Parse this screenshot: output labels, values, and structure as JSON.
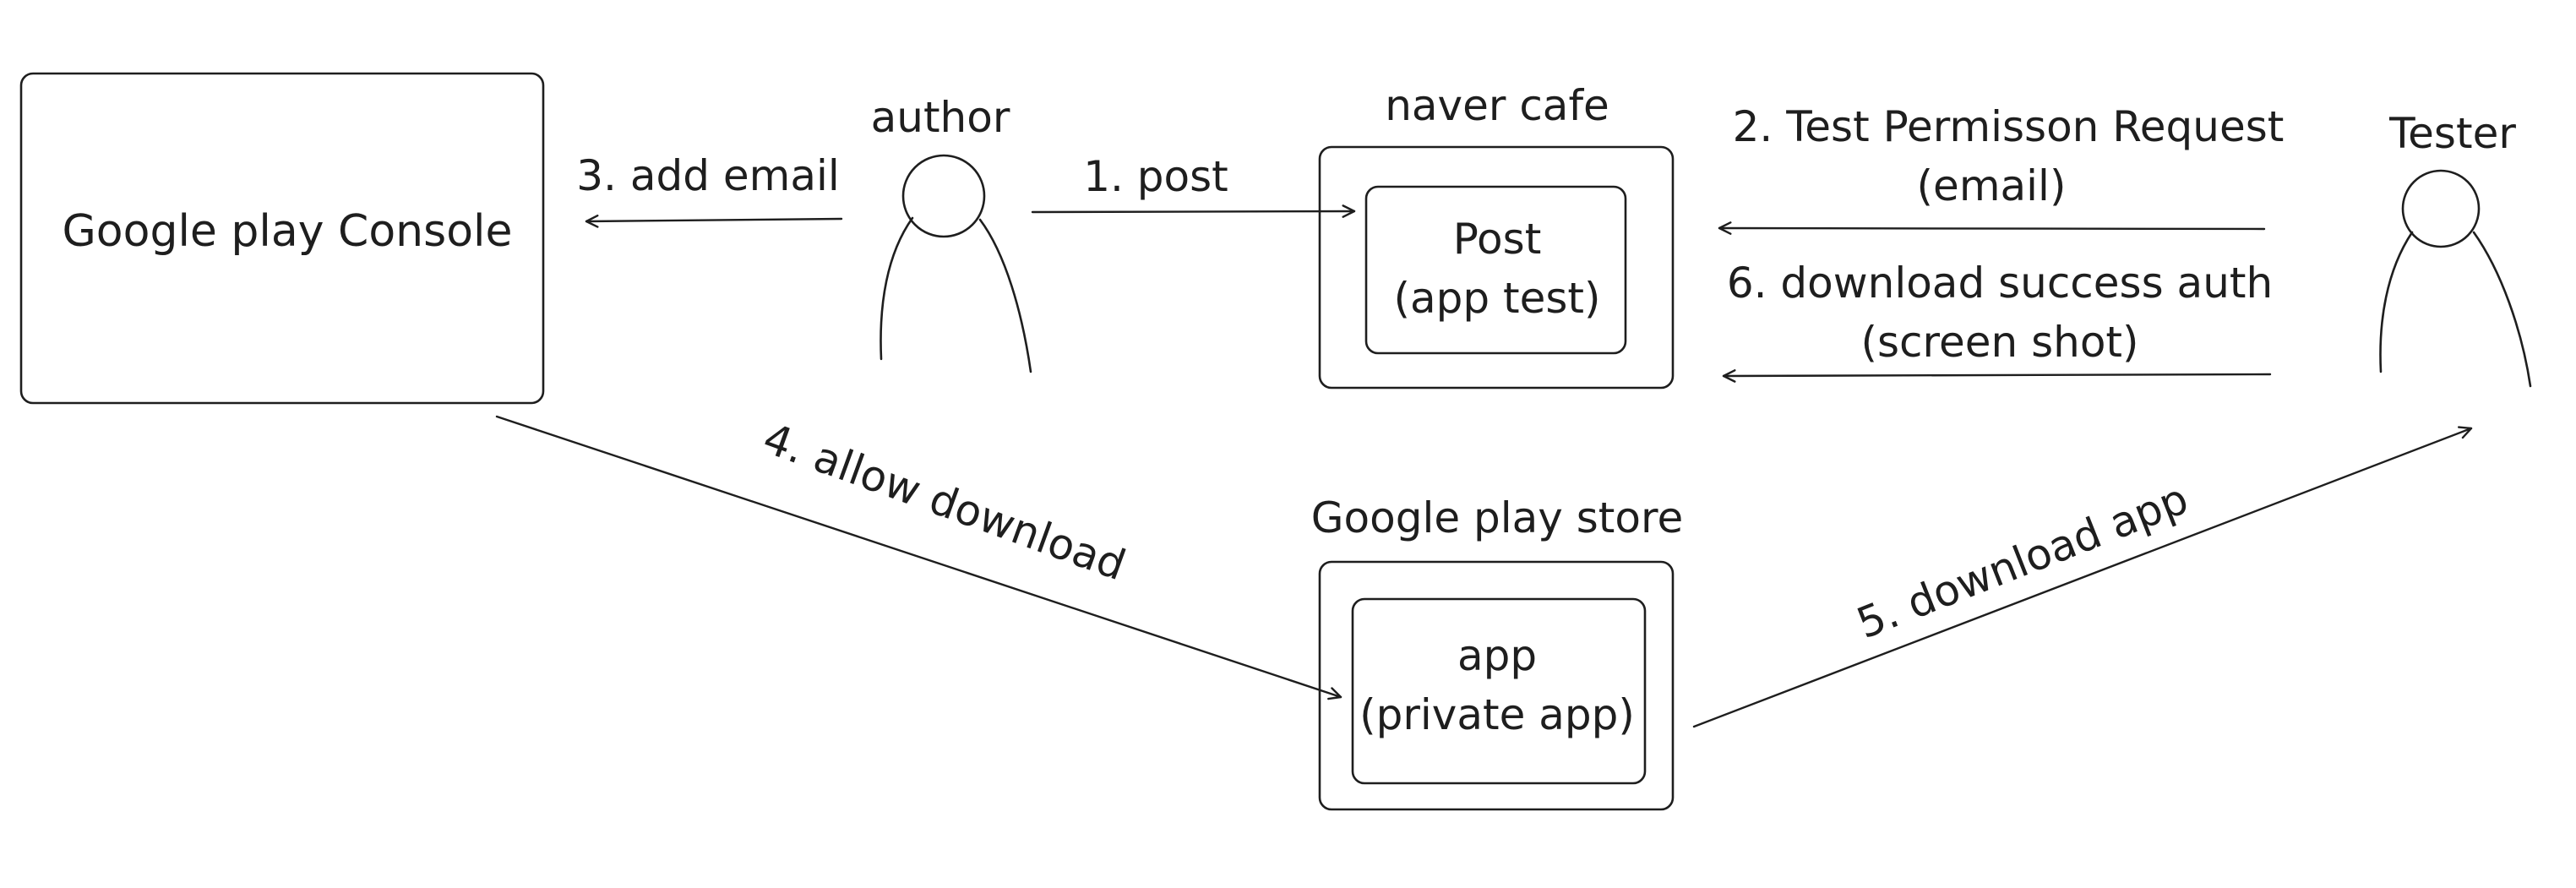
{
  "nodes": {
    "console": {
      "label": "Google play Console"
    },
    "author": {
      "label": "author"
    },
    "naver_cafe": {
      "title": "naver cafe",
      "inner_line1": "Post",
      "inner_line2": "(app test)"
    },
    "tester": {
      "label": "Tester"
    },
    "play_store": {
      "title": "Google play store",
      "inner_line1": "app",
      "inner_line2": "(private app)"
    }
  },
  "edges": {
    "post": {
      "label": "1. post"
    },
    "permission_request": {
      "line1": "2. Test Permisson Request",
      "line2": "(email)"
    },
    "add_email": {
      "label": "3. add email"
    },
    "allow_download": {
      "label": "4. allow download"
    },
    "download_app": {
      "label": "5. download app"
    },
    "download_success": {
      "line1": "6. download success auth",
      "line2": "(screen shot)"
    }
  }
}
